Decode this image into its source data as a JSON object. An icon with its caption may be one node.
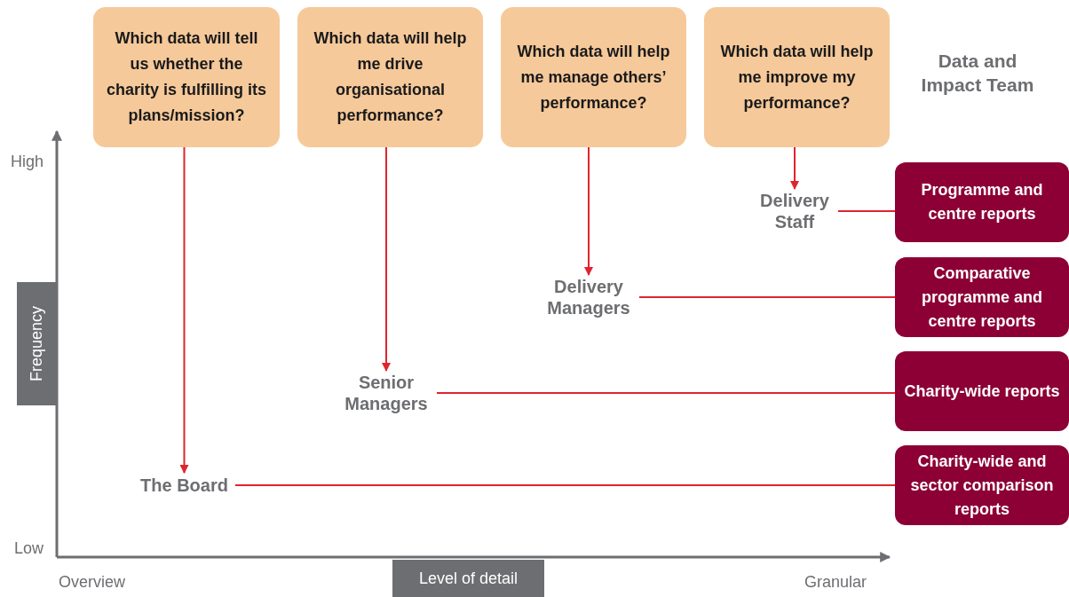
{
  "diagram": {
    "nodes": [
      {
        "text": [
          "Which data will tell us whether the charity is fulfilling its plans/mission?"
        ]
      },
      {
        "text": [
          "Which data will help me drive organisational performance?"
        ]
      },
      {
        "text": [
          "Which data will help me manage others’ performance?"
        ]
      },
      {
        "text": [
          "Which data will help me improve my performance?"
        ]
      },
      {
        "text": [
          "Delivery Staff"
        ]
      },
      {
        "text": [
          "Programme and centre reports"
        ]
      },
      {
        "text": [
          "Delivery Managers"
        ]
      },
      {
        "text": [
          "Comparative programme and centre reports"
        ]
      },
      {
        "text": [
          "Frequency"
        ]
      },
      {
        "text": [
          "Senior Managers"
        ]
      },
      {
        "text": [
          "Charity-wide reports"
        ]
      },
      {
        "text": [
          "The Board"
        ]
      },
      {
        "text": [
          "Charity-wide and sector comparison reports"
        ]
      },
      {
        "text": [
          "Level of detail"
        ]
      }
    ],
    "edges": [
      {
        "from": 0,
        "to": 11,
        "arrow": "to"
      },
      {
        "from": 1,
        "to": 9,
        "arrow": "to"
      },
      {
        "from": 2,
        "to": 6,
        "arrow": "to"
      },
      {
        "from": 3,
        "to": 4,
        "arrow": "to"
      },
      {
        "from": 4,
        "to": 5,
        "arrow": "none"
      },
      {
        "from": 6,
        "to": 7,
        "arrow": "none"
      },
      {
        "from": 9,
        "to": 10,
        "arrow": "none"
      },
      {
        "from": 11,
        "to": 12,
        "arrow": "none"
      }
    ],
    "labels": [
      "Data and Impact Team",
      "High",
      "Low",
      "Overview",
      "Granular"
    ]
  }
}
